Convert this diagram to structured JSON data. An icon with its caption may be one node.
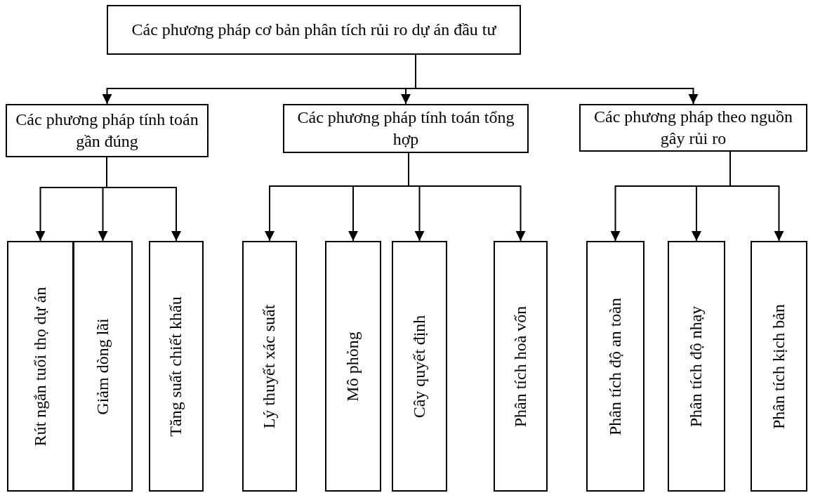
{
  "diagram": {
    "nodes": [
      {
        "text": [
          "Các phương pháp cơ bản phân tích rủi ro dự án đầu tư"
        ]
      },
      {
        "text": [
          "Các phương pháp tính toán gần đúng"
        ]
      },
      {
        "text": [
          "Các phương pháp tính toán tổng hợp"
        ]
      },
      {
        "text": [
          "Các phương pháp theo nguồn gây rủi ro"
        ]
      },
      {
        "text": [
          "Rút ngắn tuổi thọ dự án"
        ]
      },
      {
        "text": [
          "Giảm dòng lãi"
        ]
      },
      {
        "text": [
          "Tăng suất chiết khấu"
        ]
      },
      {
        "text": [
          "Lý thuyết xác suất"
        ]
      },
      {
        "text": [
          "Mô phỏng"
        ]
      },
      {
        "text": [
          "Cây quyết định"
        ]
      },
      {
        "text": [
          "Phân tích hoà vốn"
        ]
      },
      {
        "text": [
          "Phân tích độ an toàn"
        ]
      },
      {
        "text": [
          "Phân tích độ nhạy"
        ]
      },
      {
        "text": [
          "Phân tích kịch bản"
        ]
      }
    ],
    "edges": [
      {
        "from": 0,
        "to": 1,
        "arrow": "to"
      },
      {
        "from": 0,
        "to": 2,
        "arrow": "to"
      },
      {
        "from": 0,
        "to": 3,
        "arrow": "to"
      },
      {
        "from": 1,
        "to": 4,
        "arrow": "to"
      },
      {
        "from": 1,
        "to": 5,
        "arrow": "to"
      },
      {
        "from": 1,
        "to": 6,
        "arrow": "to"
      },
      {
        "from": 2,
        "to": 7,
        "arrow": "to"
      },
      {
        "from": 2,
        "to": 8,
        "arrow": "to"
      },
      {
        "from": 2,
        "to": 9,
        "arrow": "to"
      },
      {
        "from": 2,
        "to": 10,
        "arrow": "to"
      },
      {
        "from": 3,
        "to": 11,
        "arrow": "to"
      },
      {
        "from": 3,
        "to": 12,
        "arrow": "to"
      },
      {
        "from": 3,
        "to": 13,
        "arrow": "to"
      }
    ]
  }
}
